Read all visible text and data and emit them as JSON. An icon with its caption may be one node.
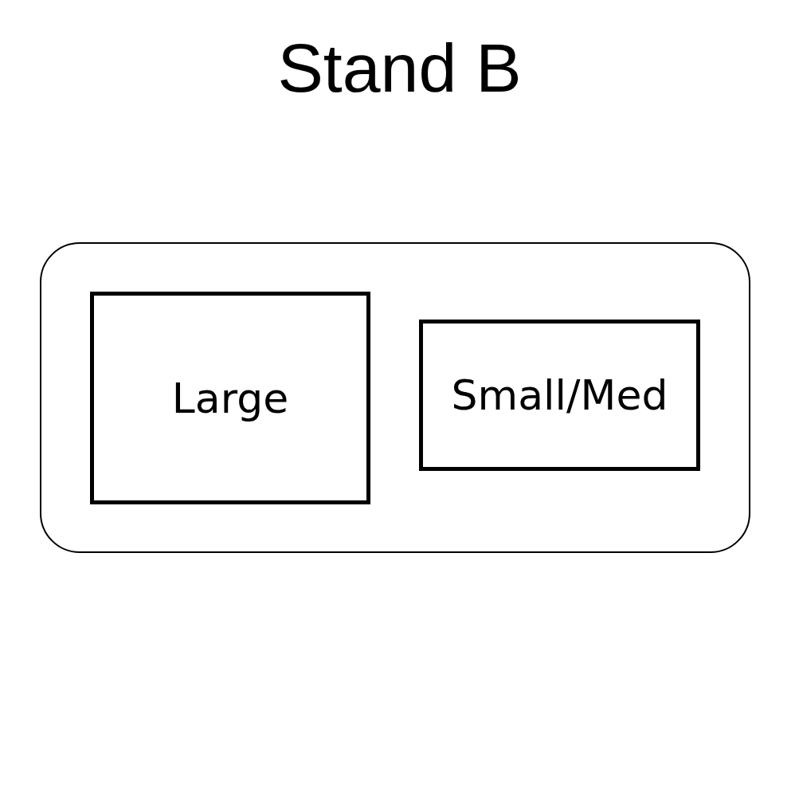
{
  "diagram": {
    "title": "Stand B",
    "nodes": [
      {
        "text": [],
        "shape": "box"
      },
      {
        "text": [
          "Large"
        ],
        "in": 0
      },
      {
        "text": [
          "Small/Med"
        ],
        "in": 0
      }
    ],
    "edges": []
  }
}
